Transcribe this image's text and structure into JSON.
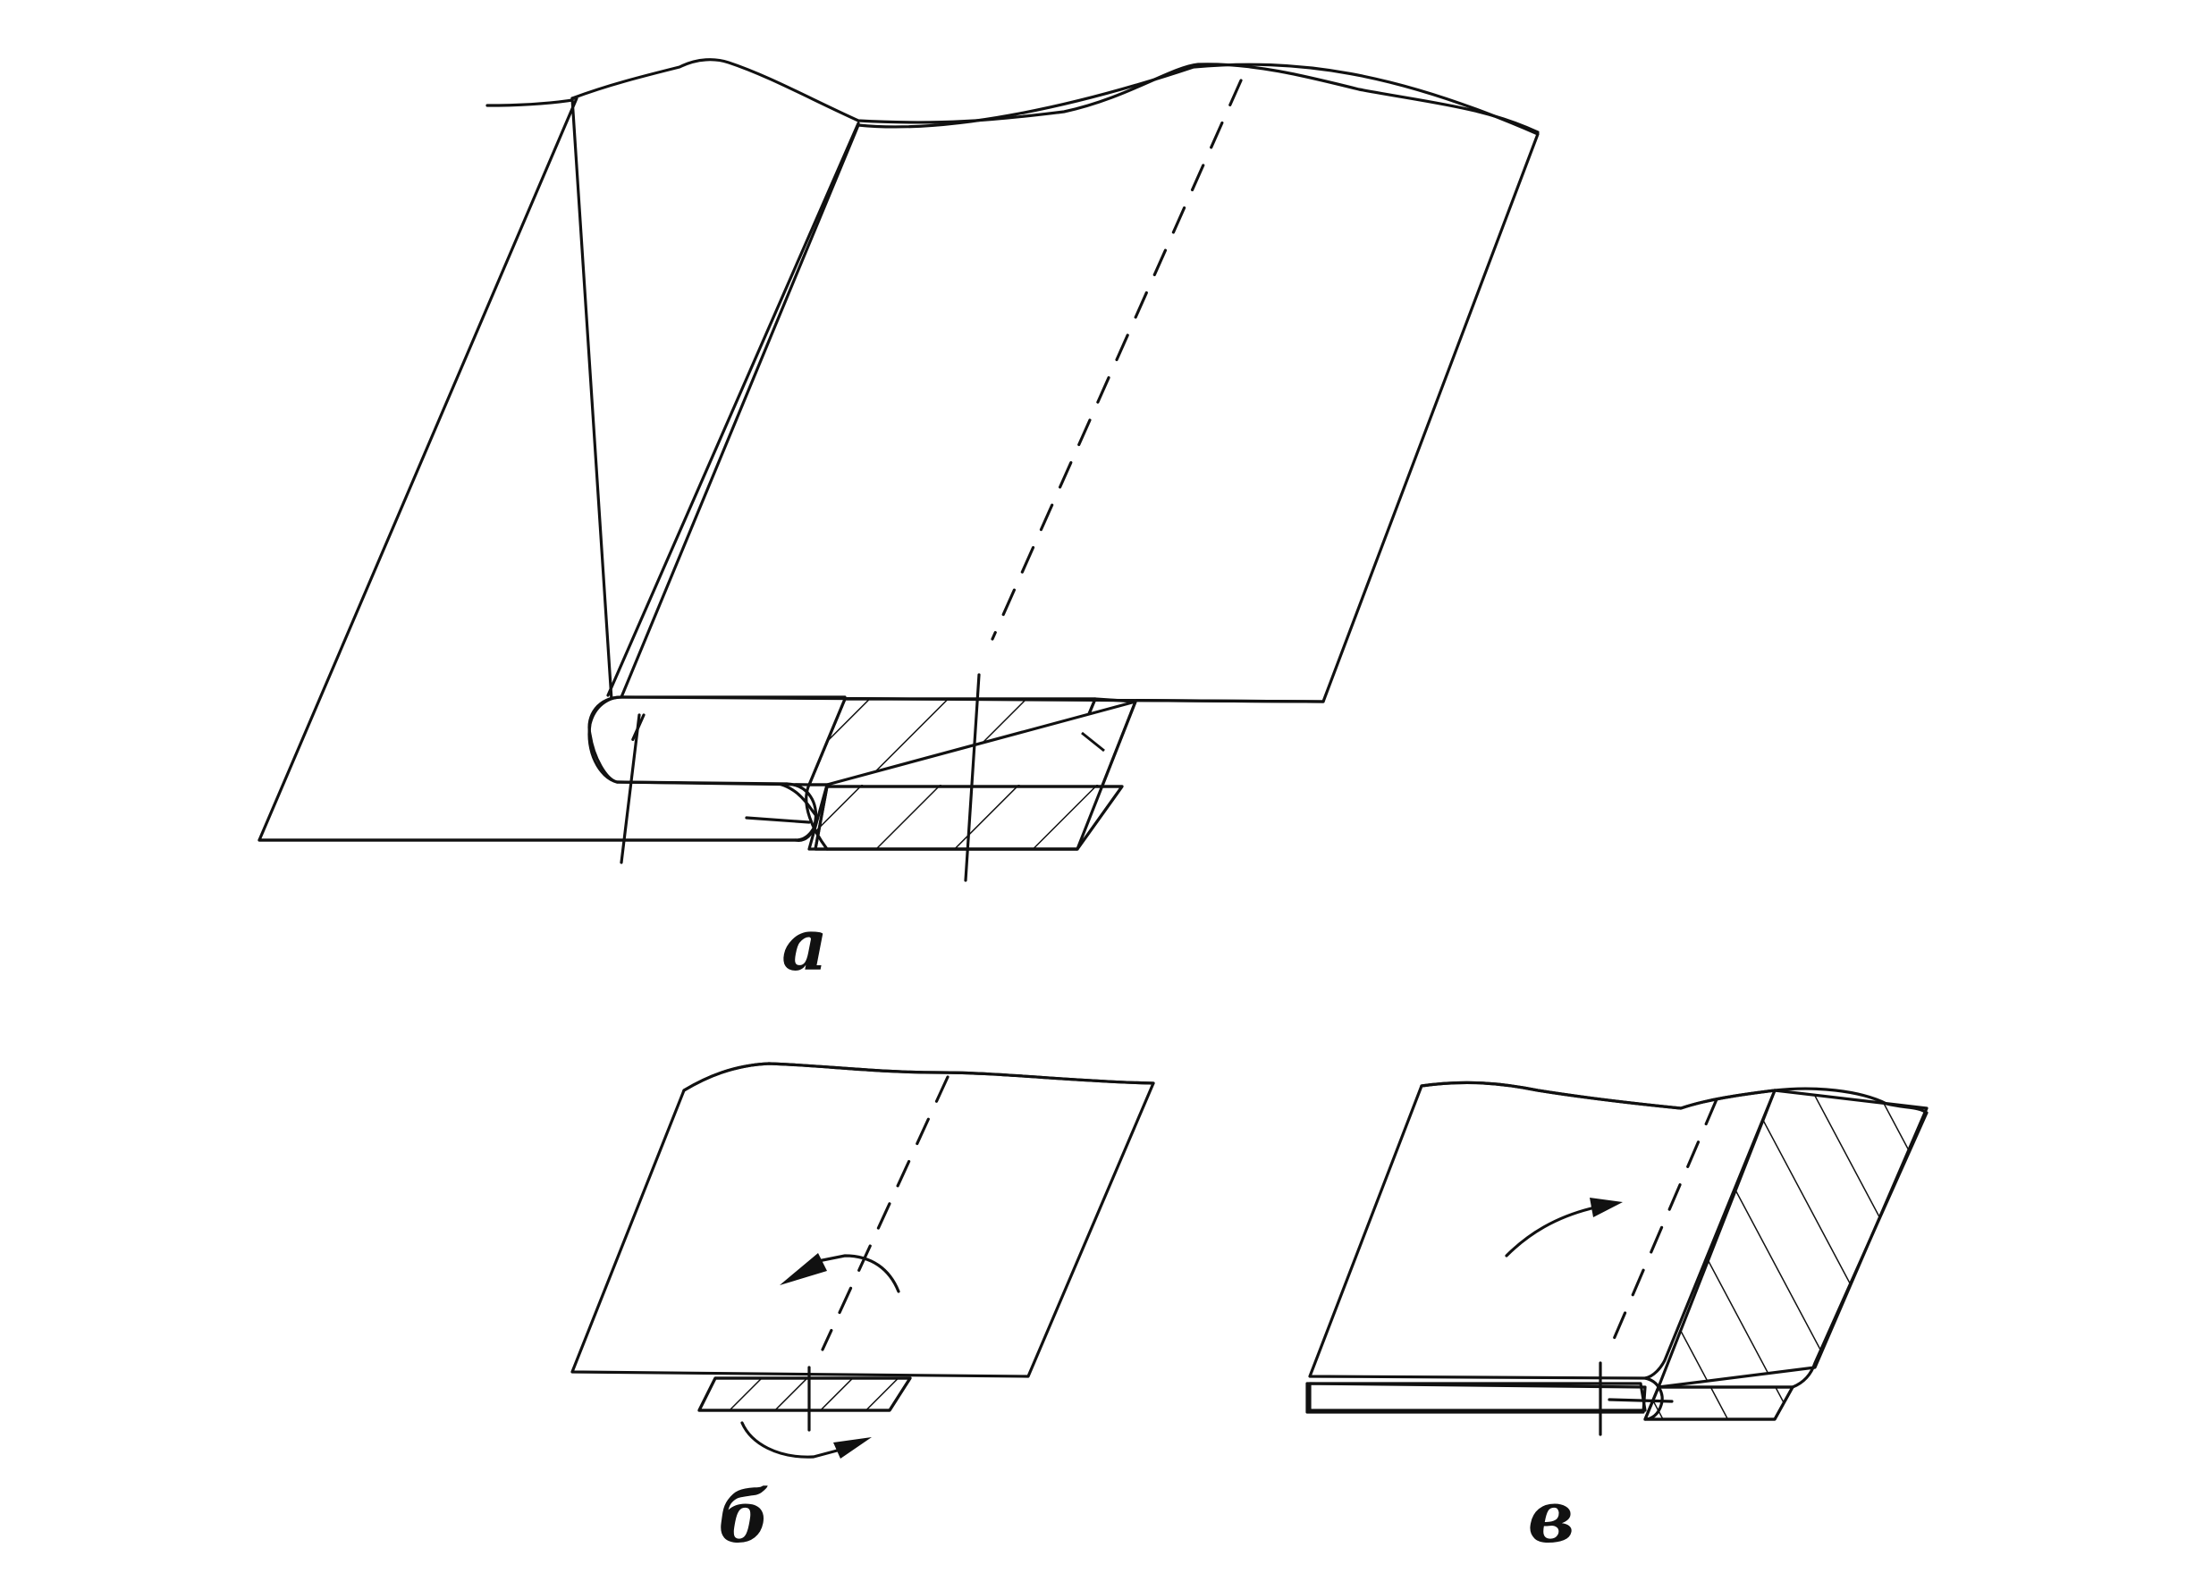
{
  "captions": {
    "a": "а",
    "b": "б",
    "v": "в"
  },
  "colors": {
    "ink": "#111111",
    "paper": "#ffffff"
  }
}
